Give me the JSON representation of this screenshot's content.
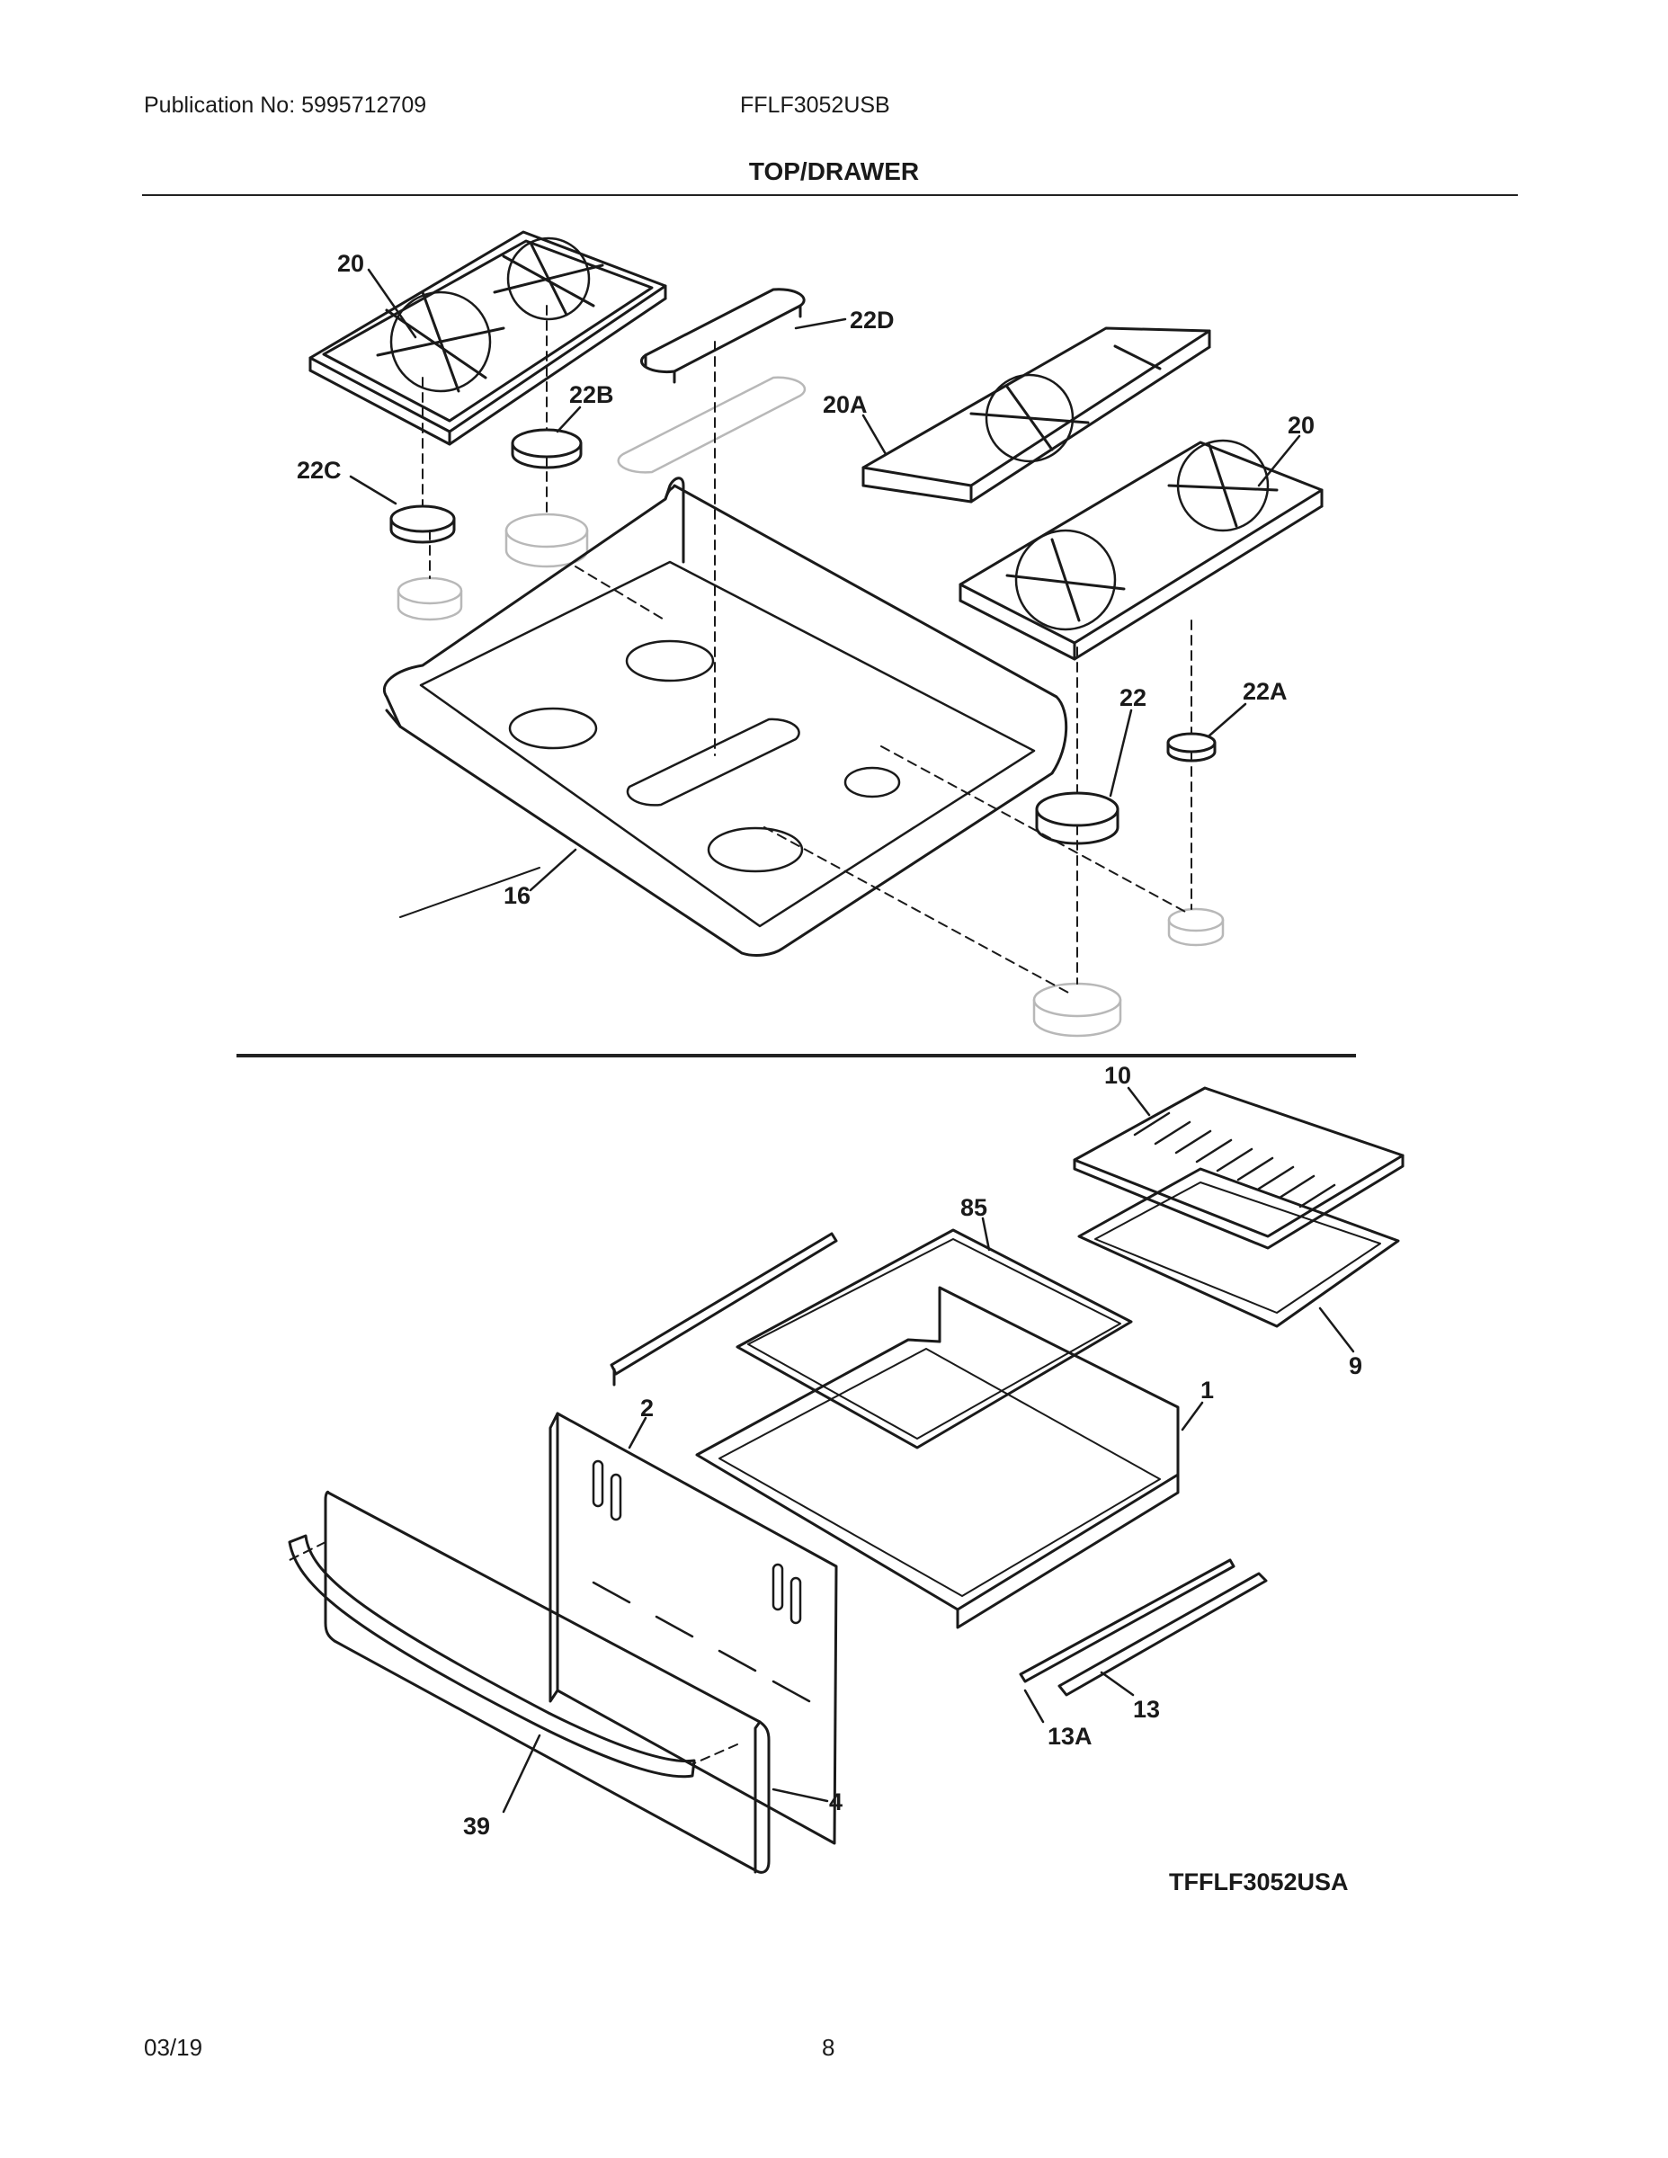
{
  "header": {
    "publication": "Publication No: 5995712709",
    "model": "FFLF3052USB",
    "section_title": "TOP/DRAWER"
  },
  "part_labels": {
    "grate_left": "20",
    "grate_right": "20",
    "grate_center": "20A",
    "cap_22": "22",
    "cap_22a": "22A",
    "cap_22b": "22B",
    "cap_22c": "22C",
    "cap_22d": "22D",
    "cooktop": "16",
    "broiler_insert": "10",
    "broiler_pan": "9",
    "rack": "85",
    "drawer_liner": "1",
    "drawer_back": "2",
    "slide_13": "13",
    "slide_13a": "13A",
    "drawer_panel": "4",
    "handle": "39"
  },
  "reference_code": "TFFLF3052USA",
  "footer": {
    "date": "03/19",
    "page": "8"
  }
}
